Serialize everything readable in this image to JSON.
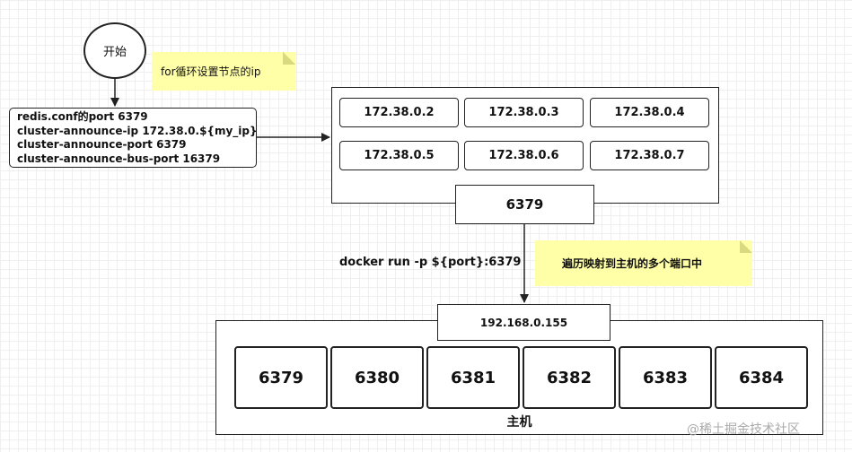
{
  "start": {
    "label": "开始"
  },
  "notes": {
    "loop": "for循环设置节点的ip",
    "mapping": "遍历映射到主机的多个端口中"
  },
  "config": {
    "lines": [
      "redis.conf的port 6379",
      "cluster-announce-ip 172.38.0.${my_ip}",
      "cluster-announce-port 6379",
      "cluster-announce-bus-port 16379"
    ]
  },
  "cluster": {
    "nodes": [
      "172.38.0.2",
      "172.38.0.3",
      "172.38.0.4",
      "172.38.0.5",
      "172.38.0.6",
      "172.38.0.7"
    ],
    "port": "6379"
  },
  "docker_command": "docker run -p ${port}:6379",
  "host": {
    "ip": "192.168.0.155",
    "ports": [
      "6379",
      "6380",
      "6381",
      "6382",
      "6383",
      "6384"
    ],
    "label": "主机"
  },
  "watermark": "@稀土掘金技术社区"
}
